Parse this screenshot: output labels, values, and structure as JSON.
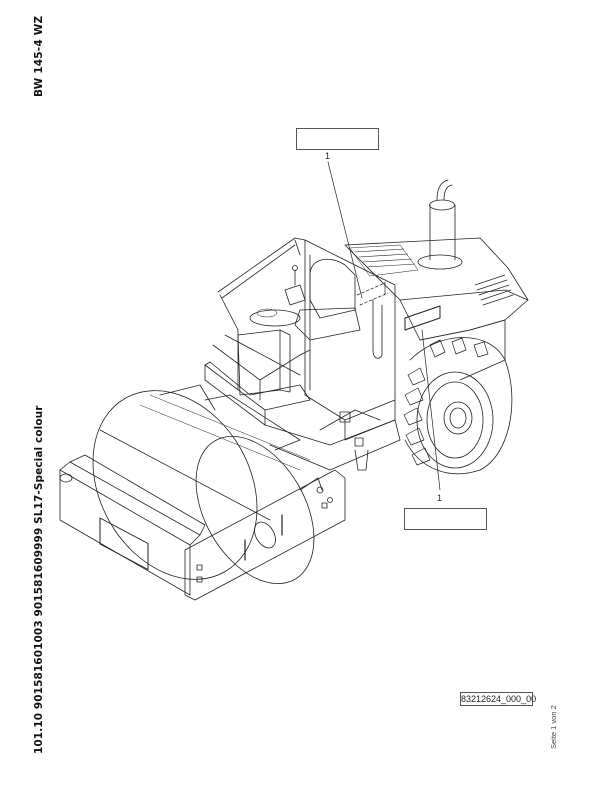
{
  "header": {
    "model_code": "BW 145-4 WZ"
  },
  "side_caption": {
    "configuration": "101.10 901581601003 901581609999 SL17-Special colour"
  },
  "footer": {
    "drawing_number": "83212624_000_00",
    "page_indicator": "Seite 1 von 2"
  },
  "callouts": [
    {
      "number": "1"
    },
    {
      "number": "1"
    }
  ],
  "illustration": {
    "subject": "single-drum-roller-line-drawing",
    "line_color": "#222222"
  }
}
